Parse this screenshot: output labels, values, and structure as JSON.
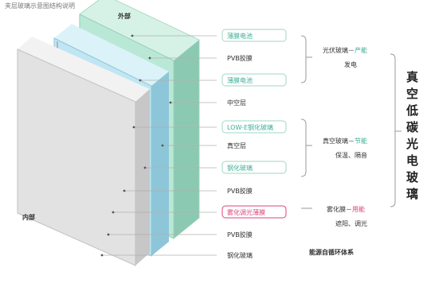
{
  "top_caption": "夹层玻璃示意图结构说明",
  "outer_label": "外部",
  "inner_label": "内部",
  "layers": [
    {
      "label": "薄膜电池",
      "style": "green-box"
    },
    {
      "label": "PVB胶膜",
      "style": "plain"
    },
    {
      "label": "薄膜电池",
      "style": "green-box"
    },
    {
      "label": "中空层",
      "style": "plain"
    },
    {
      "label": "LOW-E钢化玻璃",
      "style": "green-box"
    },
    {
      "label": "真空层",
      "style": "plain"
    },
    {
      "label": "钢化玻璃",
      "style": "green-box"
    },
    {
      "label": "PVB胶膜",
      "style": "plain"
    },
    {
      "label": "雾化调光薄膜",
      "style": "pink-box"
    },
    {
      "label": "PVB胶膜",
      "style": "plain"
    },
    {
      "label": "钢化玻璃",
      "style": "plain"
    }
  ],
  "functions": [
    {
      "name": "光伏玻璃",
      "sep": "－",
      "tag": "产能",
      "sub": "发电",
      "tag_color": "green"
    },
    {
      "name": "真空玻璃",
      "sep": "－",
      "tag": "节能",
      "sub": "保温、隔音",
      "tag_color": "green"
    },
    {
      "name": "雾化膜",
      "sep": "－",
      "tag": "用能",
      "sub": "遮阳、调光",
      "tag_color": "pink"
    }
  ],
  "bottom_label": "能源自循环体系",
  "side_title": "真空低碳光电玻璃",
  "colors": {
    "green": "#3cae98",
    "pink": "#e0407a",
    "green_panel": "#b9e9d6",
    "blue_panel": "#bfe6f2",
    "grey_panel": "#e2e2e2"
  }
}
